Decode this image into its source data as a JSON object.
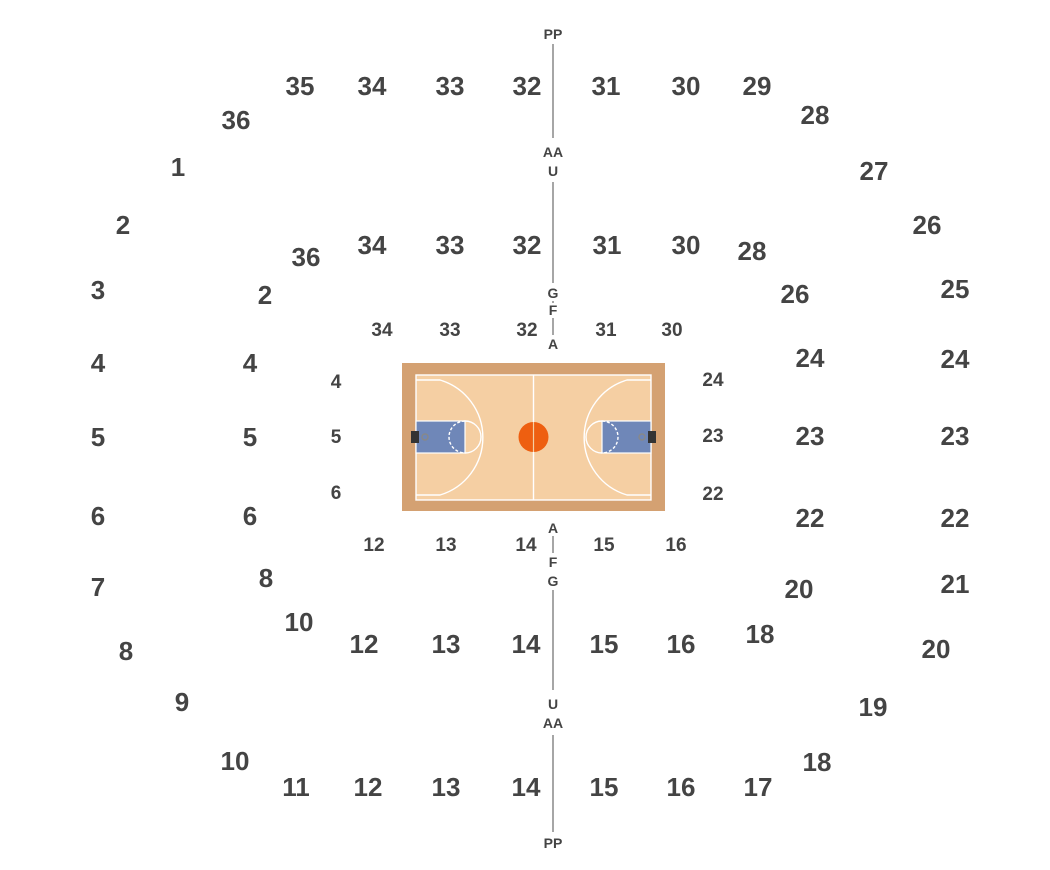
{
  "aisle_labels": {
    "top": [
      "PP",
      "AA",
      "U",
      "G",
      "F",
      "A"
    ],
    "bottom": [
      "A",
      "F",
      "G",
      "U",
      "AA",
      "PP"
    ]
  },
  "upper_sections": [
    "35",
    "34",
    "33",
    "32",
    "31",
    "30",
    "29",
    "36",
    "28",
    "1",
    "27",
    "2",
    "26",
    "3",
    "25",
    "4",
    "24",
    "5",
    "23",
    "6",
    "22",
    "7",
    "21",
    "8",
    "20",
    "9",
    "19",
    "10",
    "18",
    "11",
    "12",
    "13",
    "14",
    "15",
    "16",
    "17"
  ],
  "middle_sections": [
    "34",
    "33",
    "32",
    "31",
    "30",
    "36",
    "28",
    "2",
    "26",
    "4",
    "24",
    "5",
    "23",
    "6",
    "22",
    "8",
    "20",
    "10",
    "18",
    "12",
    "13",
    "14",
    "15",
    "16"
  ],
  "lower_sections": [
    "34",
    "33",
    "32",
    "31",
    "30",
    "4",
    "24",
    "5",
    "23",
    "6",
    "22",
    "12",
    "13",
    "14",
    "15",
    "16"
  ],
  "colors": {
    "court_floor": "#f5cfa3",
    "court_border": "#d4a172",
    "paint": "#6f87b8",
    "ball": "#ee5f10",
    "label": "#444444",
    "aisle_line": "#777777"
  }
}
